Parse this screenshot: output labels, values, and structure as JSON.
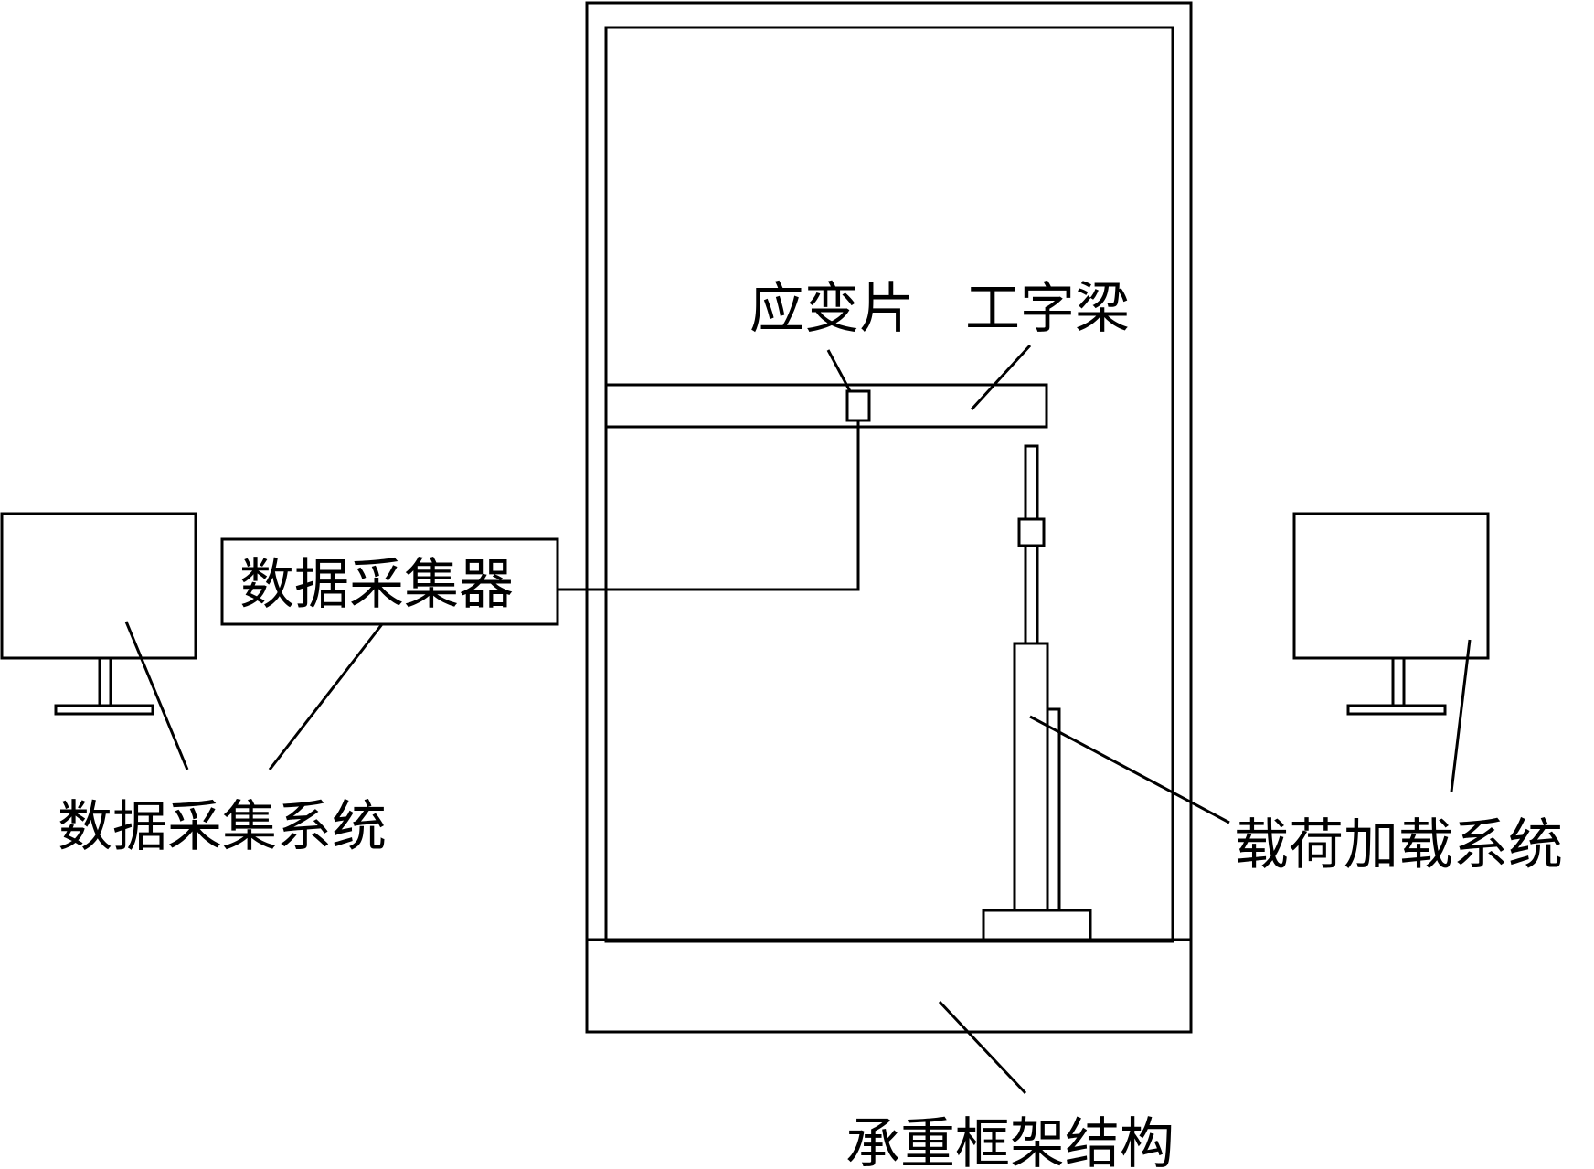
{
  "labels": {
    "strain_gauge": "应变片",
    "i_beam": "工字梁",
    "data_collector": "数据采集器",
    "data_acquisition_system": "数据采集系统",
    "load_system": "载荷加载系统",
    "load_bearing_frame": "承重框架结构"
  },
  "colors": {
    "line": "#000000",
    "background": "#ffffff"
  }
}
